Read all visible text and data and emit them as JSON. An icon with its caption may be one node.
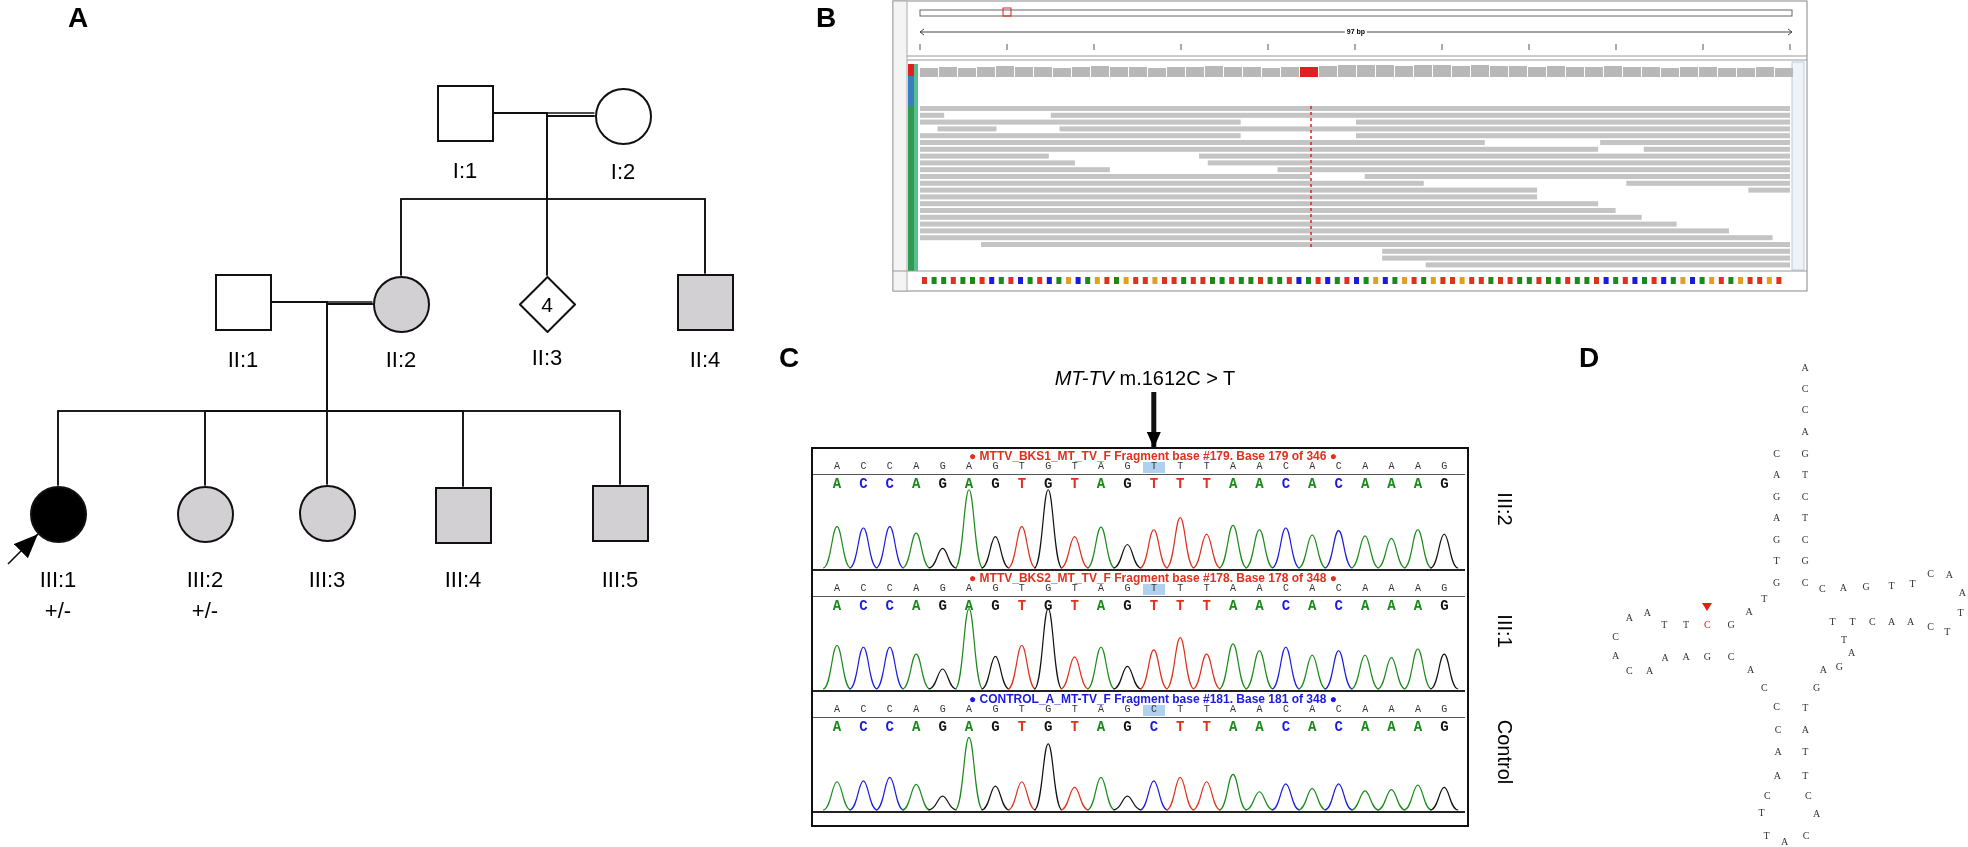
{
  "diagram": {
    "nodes": [
      {
        "text": [],
        "shape": "box",
        "beside": [
          "I:1"
        ]
      },
      {
        "text": [],
        "shape": "circle",
        "beside": [
          "I:2"
        ]
      },
      {
        "text": [],
        "shape": "box",
        "beside": [
          "II:1"
        ]
      },
      {
        "text": [],
        "shape": "circle",
        "beside": [
          "II:2"
        ]
      },
      {
        "text": [
          "4"
        ],
        "beside": [
          "II:3"
        ]
      },
      {
        "text": [],
        "shape": "box",
        "beside": [
          "II:4"
        ]
      },
      {
        "text": [],
        "shape": "circle",
        "beside": [
          "III:1",
          "+/-"
        ]
      },
      {
        "text": [],
        "shape": "circle",
        "beside": [
          "III:2",
          "+/-"
        ]
      },
      {
        "text": [],
        "shape": "circle",
        "beside": [
          "III:3"
        ]
      },
      {
        "text": [],
        "shape": "box",
        "beside": [
          "III:4"
        ]
      },
      {
        "text": [],
        "shape": "box",
        "beside": [
          "III:5"
        ]
      },
      {
        "text": [
          "*MT-TV* m.1612C > T"
        ]
      },
      {
        "text": [
          "● MTTV_BKS1_MT_TV_F Fragment base #179. Base 179 of 346 ●",
          "A C C A G A G T G T A G T T T A A C A C A A A G",
          "A C C A G A G T G T A G T T T A A C A C A A A G"
        ],
        "beside": [
          "III:2"
        ]
      },
      {
        "text": [
          "● MTTV_BKS2_MT_TV_F Fragment base #178. Base 178 of 348 ●",
          "A C C A G A G T G T A G T T T A A C A C A A A G",
          "A C C A G A G T G T A G T T T A A C A C A A A G"
        ],
        "beside": [
          "III:1"
        ]
      },
      {
        "text": [
          "● CONTROL_A_MT-TV_F Fragment base #181. Base 181 of 348 ●",
          "A C C A G A G T G T A G C T T A A C A C A A A G",
          "A C C A G A G T G T A G C T T A A C A C A A A G"
        ],
        "beside": [
          "Control"
        ]
      }
    ],
    "edges": [
      {
        "from": 0,
        "to": 1,
        "arrow": "none"
      },
      {
        "from": 0,
        "to": 3,
        "arrow": "none"
      },
      {
        "from": 0,
        "to": 4,
        "arrow": "none"
      },
      {
        "from": 0,
        "to": 5,
        "arrow": "none"
      },
      {
        "from": 1,
        "to": 3,
        "arrow": "none"
      },
      {
        "from": 1,
        "to": 4,
        "arrow": "none"
      },
      {
        "from": 1,
        "to": 5,
        "arrow": "none"
      },
      {
        "from": 2,
        "to": 3,
        "arrow": "none"
      },
      {
        "from": 2,
        "to": 6,
        "arrow": "none"
      },
      {
        "from": 2,
        "to": 7,
        "arrow": "none"
      },
      {
        "from": 2,
        "to": 8,
        "arrow": "none"
      },
      {
        "from": 2,
        "to": 9,
        "arrow": "none"
      },
      {
        "from": 2,
        "to": 10,
        "arrow": "none"
      },
      {
        "from": 3,
        "to": 6,
        "arrow": "none"
      },
      {
        "from": 3,
        "to": 7,
        "arrow": "none"
      },
      {
        "from": 3,
        "to": 8,
        "arrow": "none"
      },
      {
        "from": 3,
        "to": 9,
        "arrow": "none"
      },
      {
        "from": 3,
        "to": 10,
        "arrow": "none"
      },
      {
        "from": null,
        "to": 6,
        "arrow": "to"
      },
      {
        "from": 11,
        "to": 12,
        "arrow": "to",
        "style": "thick"
      }
    ],
    "labels": [
      "A",
      "B",
      "97 bp",
      "C",
      "D",
      "C",
      "A",
      "G",
      "A",
      "G",
      "T",
      "G",
      "T",
      "A",
      "G",
      "C",
      "T",
      "T",
      "A",
      "A",
      "C",
      "A",
      "C",
      "A",
      "A",
      "A",
      "G",
      "C",
      "A",
      "C",
      "C",
      "C",
      "A",
      "A",
      "C",
      "T",
      "T",
      "A",
      "C",
      "A",
      "C",
      "T",
      "T",
      "A",
      "T",
      "G",
      "A",
      "G",
      "A",
      "T",
      "T",
      "T",
      "C",
      "A",
      "A",
      "C",
      "T",
      "T",
      "A",
      "A",
      "C",
      "T",
      "T",
      "G",
      "A",
      "C",
      "C",
      "G",
      "C",
      "T",
      "C",
      "T",
      "G",
      "A",
      "C",
      "C",
      "A"
    ]
  }
}
